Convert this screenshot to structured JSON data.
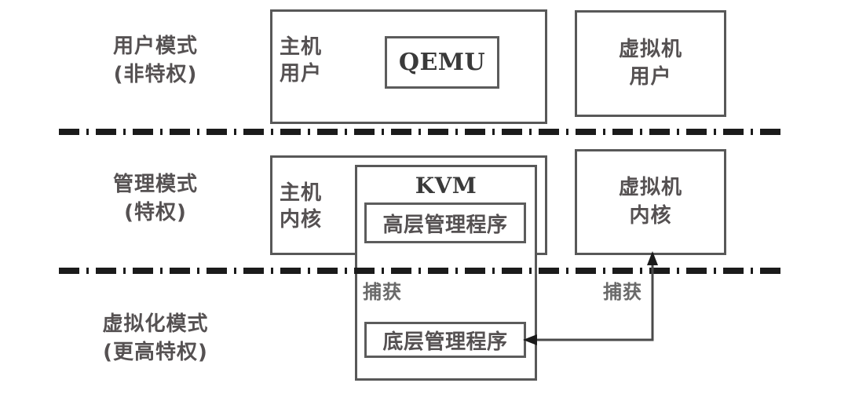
{
  "diagram": {
    "title": "KVM virtualization privilege-mode architecture diagram",
    "colors": {
      "stroke": "#585858",
      "text": "#555152",
      "background": "#ffffff"
    },
    "row_labels": [
      {
        "line1": "用户模式",
        "line2": "(非特权)"
      },
      {
        "line1": "管理模式",
        "line2": "(特权)"
      },
      {
        "line1": "虚拟化模式",
        "line2": "(更高特权)"
      }
    ],
    "boxes": {
      "host_user": "主机\n用户",
      "host_user_l1": "主机",
      "host_user_l2": "用户",
      "qemu": "QEMU",
      "vm_user_l1": "虚拟机",
      "vm_user_l2": "用户",
      "host_kernel_l1": "主机",
      "host_kernel_l2": "内核",
      "kvm": "KVM",
      "high_level_hypervisor": "高层管理程序",
      "vm_kernel_l1": "虚拟机",
      "vm_kernel_l2": "内核",
      "low_level_hypervisor": "底层管理程序"
    },
    "annotations": {
      "trap_left": "捕获",
      "trap_right": "捕获"
    }
  }
}
